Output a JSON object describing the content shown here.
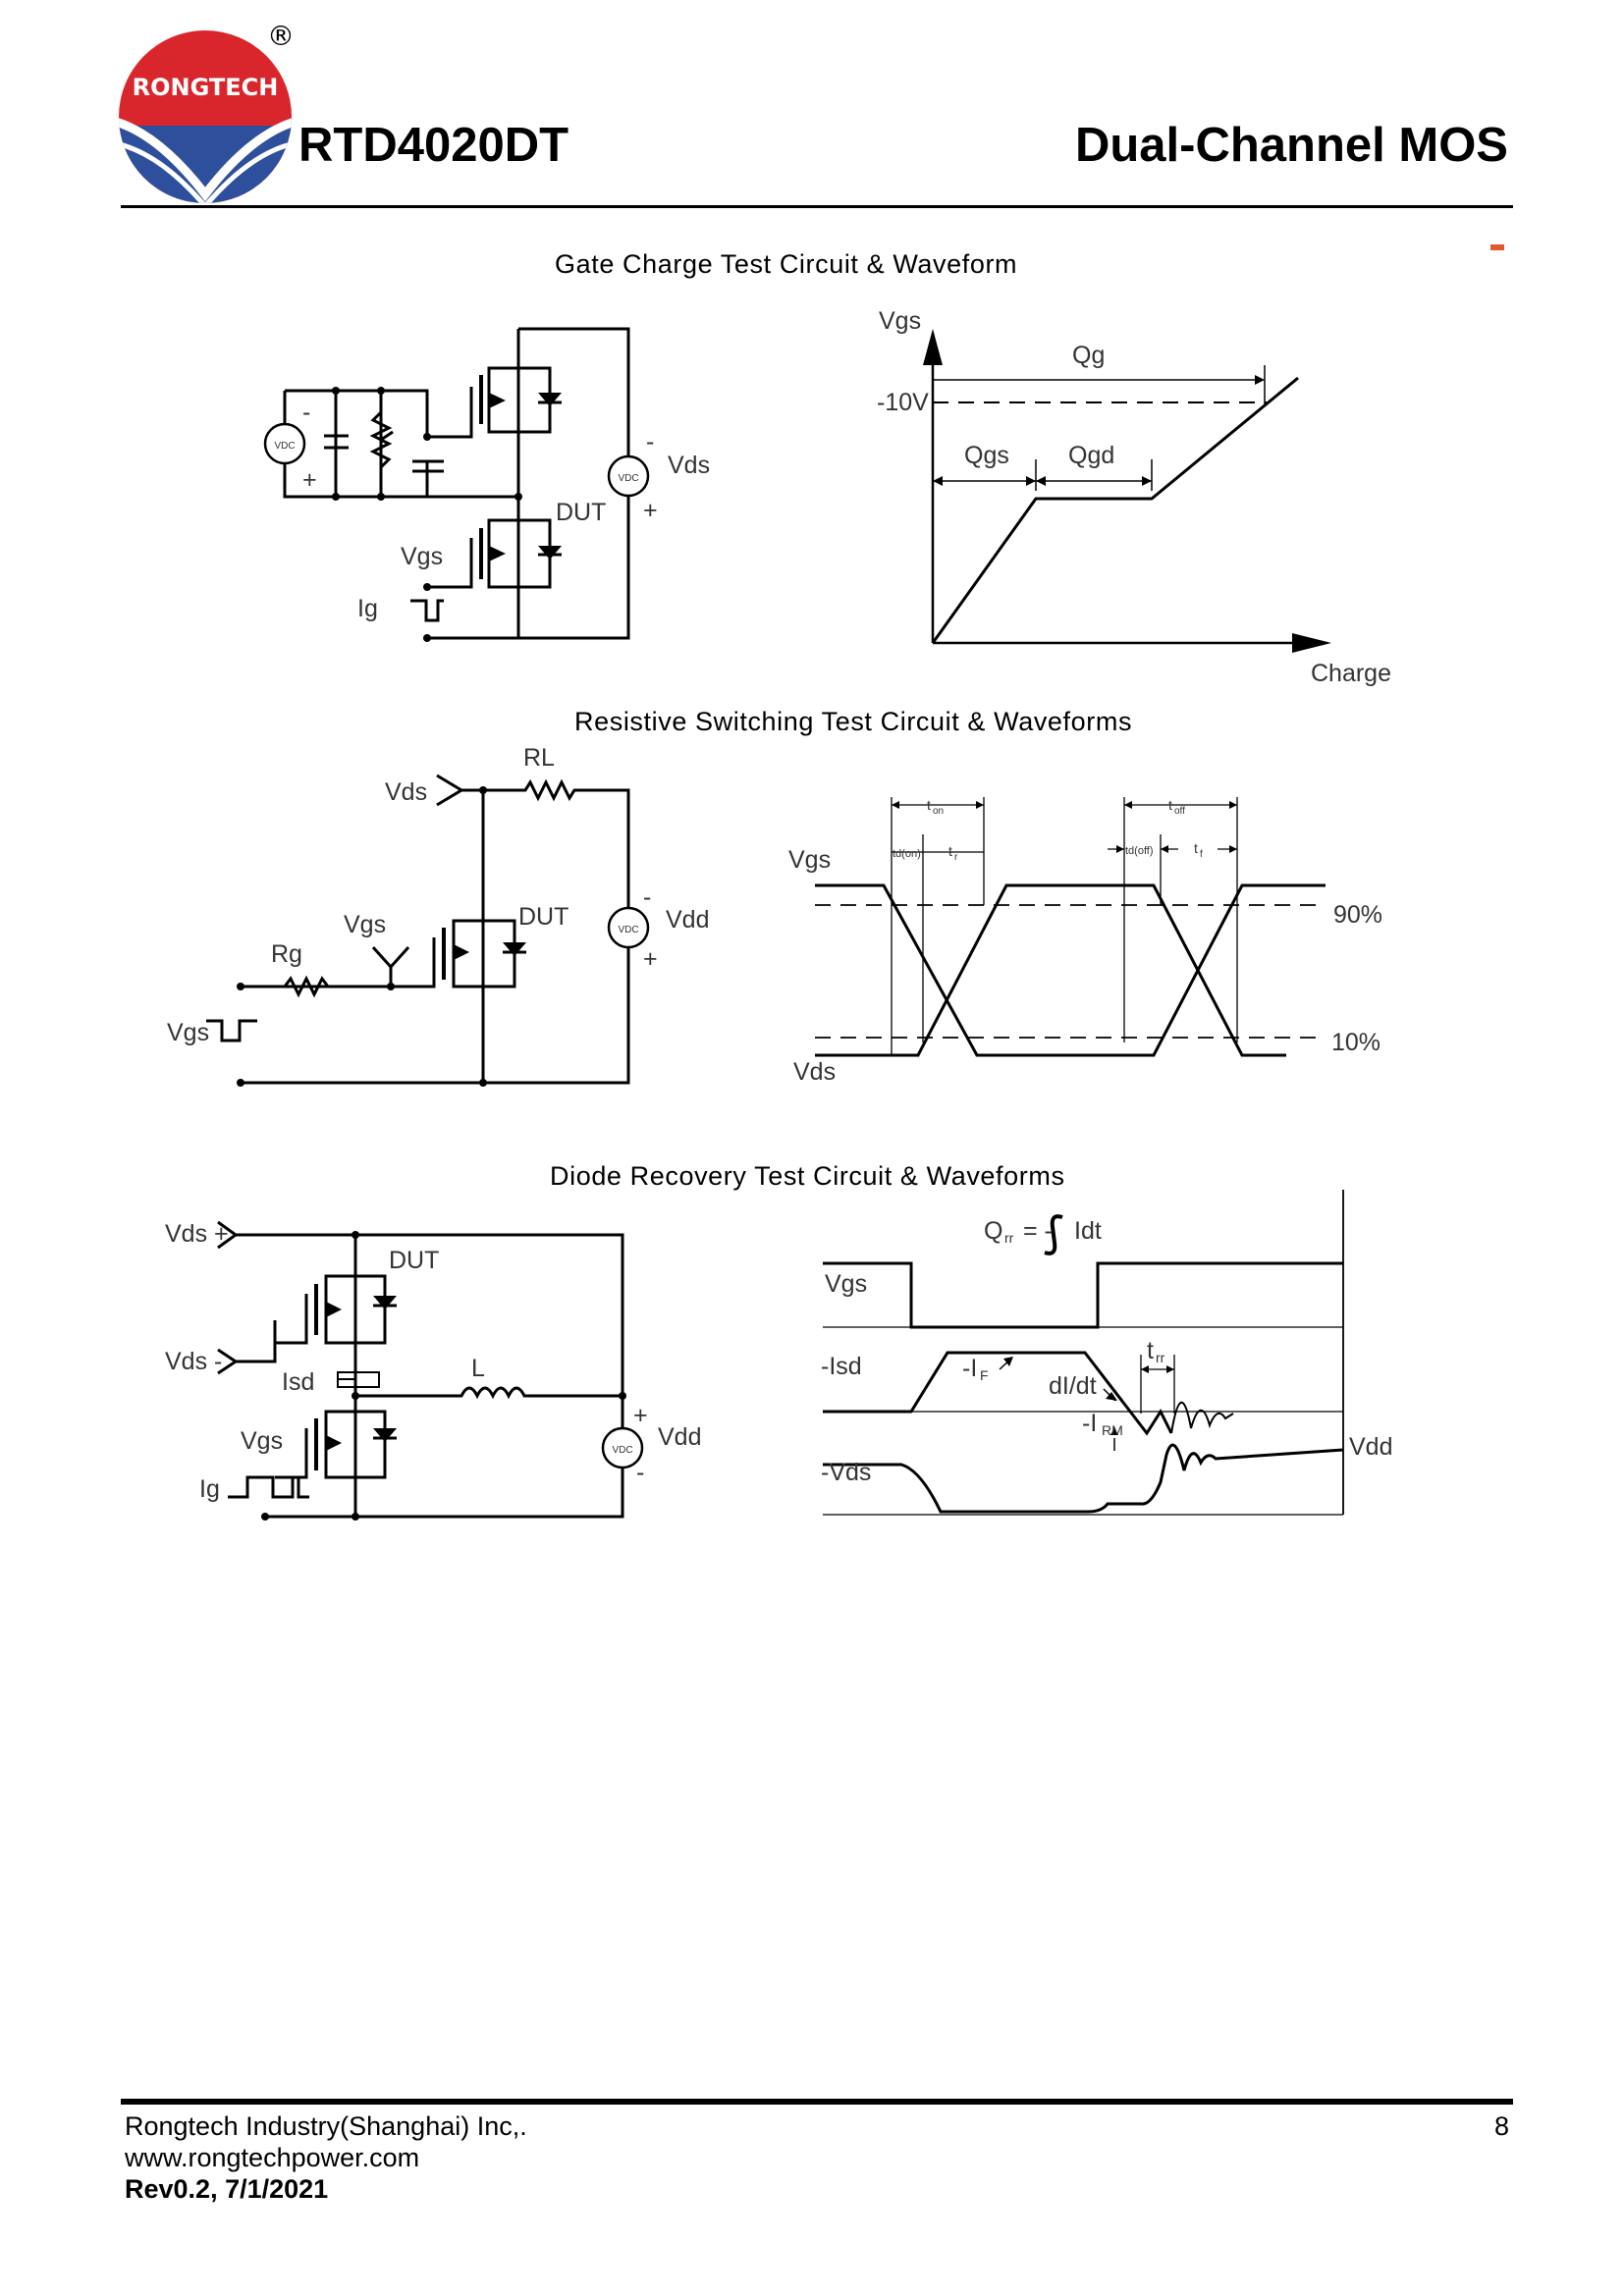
{
  "header": {
    "brand": "RONGTECH",
    "registered_mark": "®",
    "part_number": "RTD4020DT",
    "product_type": "Dual-Channel MOS"
  },
  "sections": [
    {
      "title": "Gate Charge Test Circuit & Waveform",
      "circuit_labels": {
        "vdc": "VDC",
        "minus": "-",
        "plus": "+",
        "vds": "Vds",
        "dut": "DUT",
        "vgs": "Vgs",
        "ig": "Ig"
      },
      "waveform_labels": {
        "y_axis": "Vgs",
        "x_axis": "Charge",
        "level": "-10V",
        "qg": "Qg",
        "qgs": "Qgs",
        "qgd": "Qgd"
      }
    },
    {
      "title": "Resistive Switching Test Circuit & Waveforms",
      "circuit_labels": {
        "vds": "Vds",
        "rl": "RL",
        "vgs": "Vgs",
        "dut": "DUT",
        "rg": "Rg",
        "vdc": "VDC",
        "vdd": "Vdd",
        "minus": "-",
        "plus": "+",
        "vgs_pulse": "Vgs"
      },
      "waveform_labels": {
        "vgs": "Vgs",
        "vds": "Vds",
        "ton": "t",
        "ton_sub": "on",
        "toff": "t",
        "toff_sub": "off",
        "tdon": "td(on)",
        "tr": "t",
        "tr_sub": "r",
        "tdoff": "td(off)",
        "tf": "t",
        "tf_sub": "f",
        "pct90": "90%",
        "pct10": "10%"
      }
    },
    {
      "title": "Diode Recovery Test Circuit & Waveforms",
      "circuit_labels": {
        "vds_plus": "Vds +",
        "vds_minus": "Vds -",
        "dut": "DUT",
        "isd": "Isd",
        "l": "L",
        "vgs": "Vgs",
        "ig": "Ig",
        "vdc": "VDC",
        "vdd": "Vdd",
        "plus": "+",
        "minus": "-"
      },
      "waveform_labels": {
        "qrr": "Q",
        "qrr_sub": "rr",
        "qrr_eq": "= -",
        "qrr_int": "Idt",
        "vgs": "Vgs",
        "isd": "-Isd",
        "if": "-I",
        "if_sub": "F",
        "didt": "dI/dt",
        "irm": "-I",
        "irm_sub": "RM",
        "trr": "t",
        "trr_sub": "rr",
        "vds": "-Vds",
        "vdd": "Vdd"
      }
    }
  ],
  "footer": {
    "company": "Rongtech Industry(Shanghai) Inc,.",
    "website": "www.rongtechpower.com",
    "revision": "Rev0.2, 7/1/2021",
    "page_number": "8"
  },
  "colors": {
    "logo_red": "#d9262c",
    "logo_blue": "#2d4f9c",
    "accent_mark": "#e4572e"
  }
}
